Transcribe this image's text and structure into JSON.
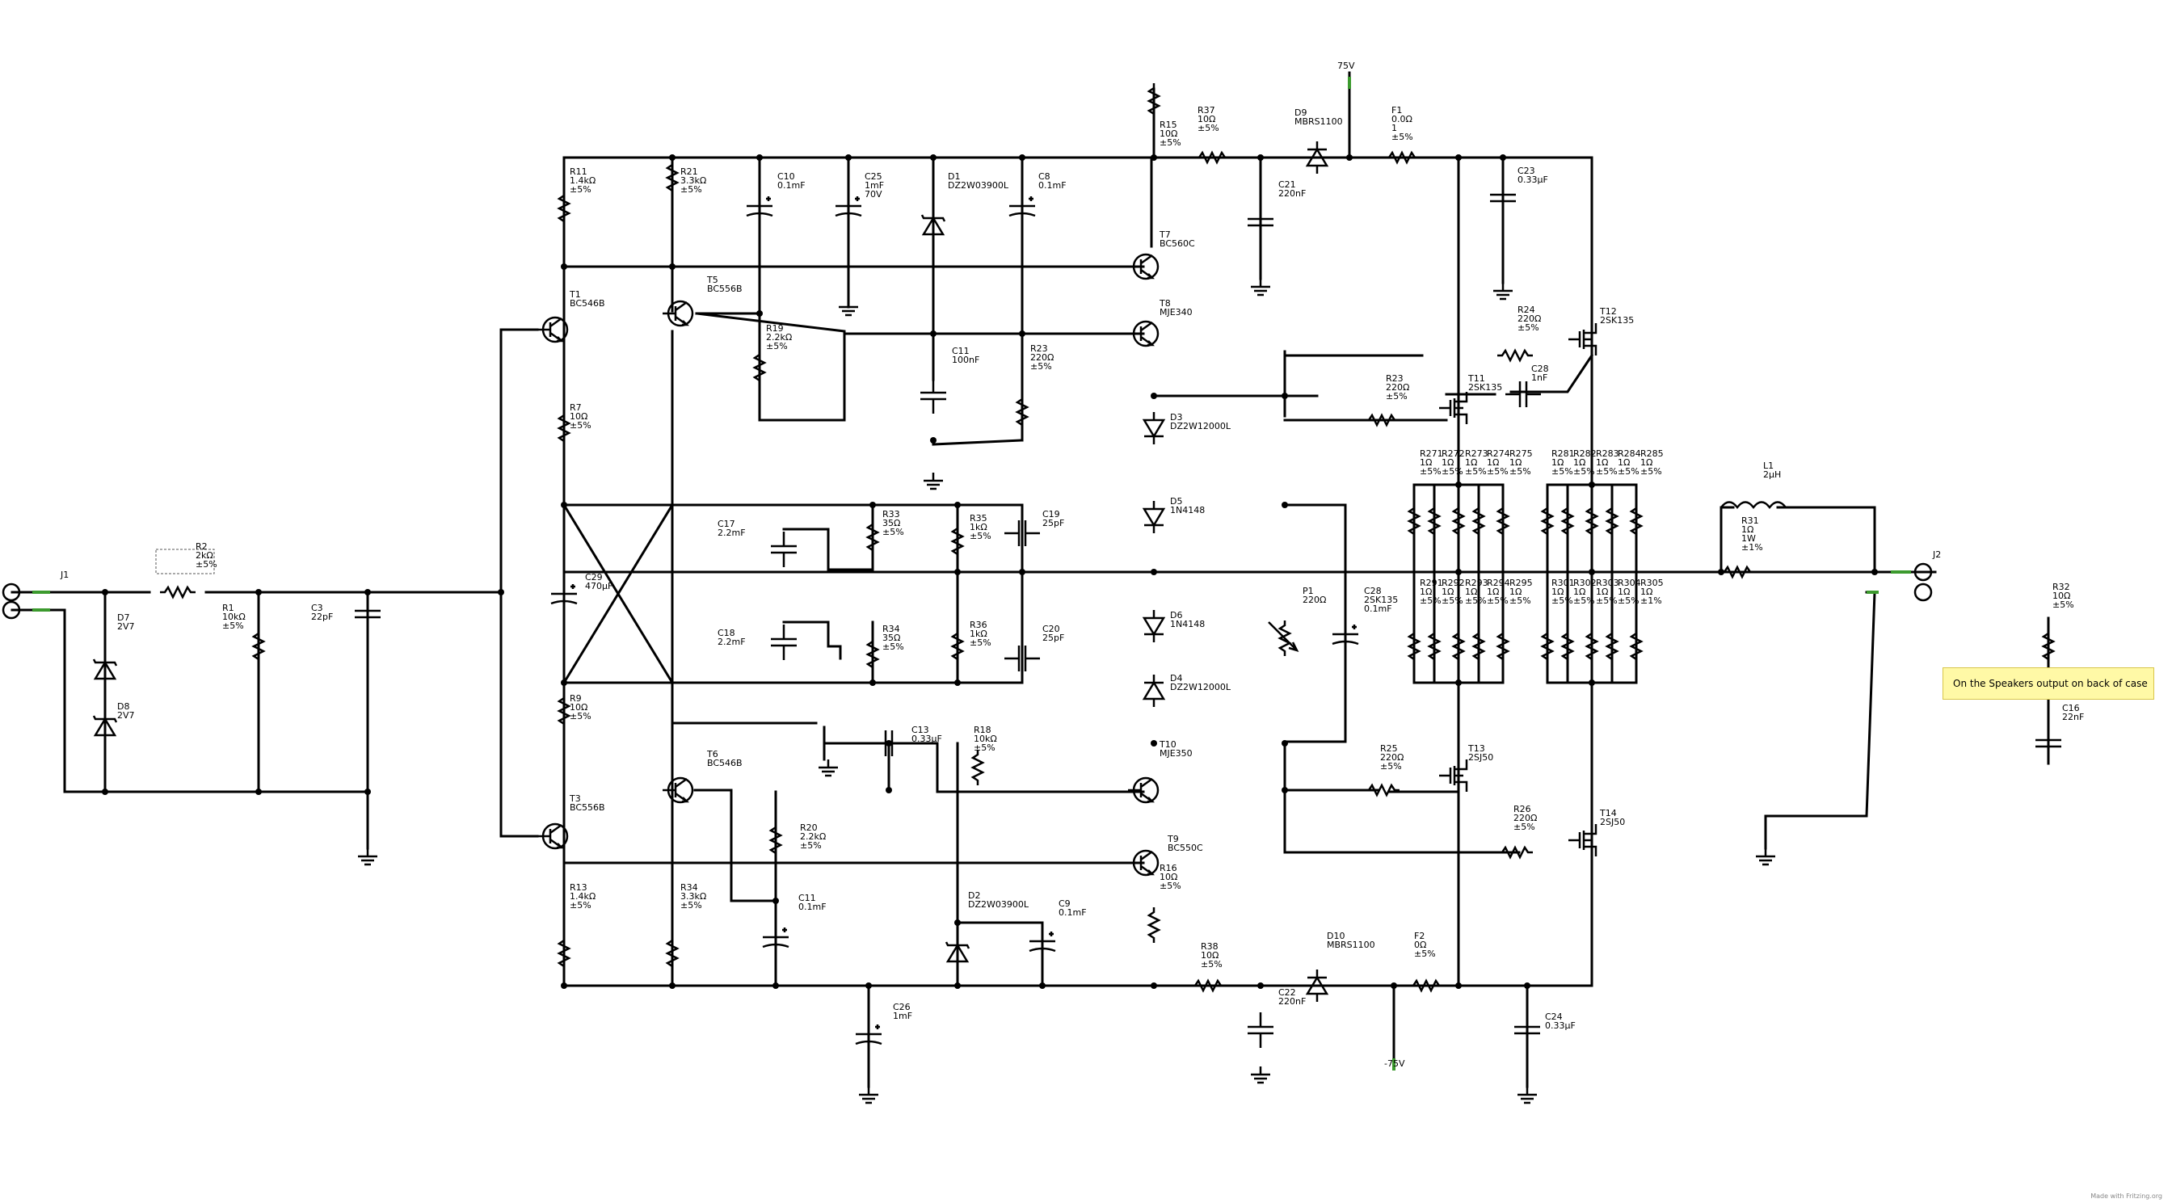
{
  "note": "On the Speakers output on back of case",
  "footer": "Made with Fritzing.org",
  "wire_color": "#000000",
  "pin_color": "#3c9a2e",
  "note_color": "#fff9a6",
  "components": [
    {
      "id": "J1",
      "lines": [
        "J1"
      ]
    },
    {
      "id": "J2",
      "lines": [
        "J2"
      ]
    },
    {
      "id": "R2",
      "lines": [
        "R2",
        "2kΩ",
        "±5%"
      ]
    },
    {
      "id": "R1",
      "lines": [
        "R1",
        "10kΩ",
        "±5%"
      ]
    },
    {
      "id": "C3",
      "lines": [
        "C3",
        "22pF"
      ]
    },
    {
      "id": "D7",
      "lines": [
        "D7",
        "2V7"
      ]
    },
    {
      "id": "D8",
      "lines": [
        "D8",
        "2V7"
      ]
    },
    {
      "id": "R11",
      "lines": [
        "R11",
        "1.4kΩ",
        "±5%"
      ]
    },
    {
      "id": "R21",
      "lines": [
        "R21",
        "3.3kΩ",
        "±5%"
      ]
    },
    {
      "id": "C10",
      "lines": [
        "C10",
        "0.1mF"
      ]
    },
    {
      "id": "C25",
      "lines": [
        "C25",
        "1mF",
        "70V"
      ]
    },
    {
      "id": "D1",
      "lines": [
        "D1",
        "DZ2W03900L"
      ]
    },
    {
      "id": "C8",
      "lines": [
        "C8",
        "0.1mF"
      ]
    },
    {
      "id": "T1",
      "lines": [
        "T1",
        "BC546B"
      ]
    },
    {
      "id": "T5",
      "lines": [
        "T5",
        "BC556B"
      ]
    },
    {
      "id": "R19",
      "lines": [
        "R19",
        "2.2kΩ",
        "±5%"
      ]
    },
    {
      "id": "C11a",
      "lines": [
        "C11",
        "100nF"
      ]
    },
    {
      "id": "R23a",
      "lines": [
        "R23",
        "220Ω",
        "±5%"
      ]
    },
    {
      "id": "R7",
      "lines": [
        "R7",
        "10Ω",
        "±5%"
      ]
    },
    {
      "id": "C17",
      "lines": [
        "C17",
        "2.2mF"
      ]
    },
    {
      "id": "R33",
      "lines": [
        "R33",
        "35Ω",
        "±5%"
      ]
    },
    {
      "id": "R35",
      "lines": [
        "R35",
        "1kΩ",
        "±5%"
      ]
    },
    {
      "id": "C19",
      "lines": [
        "C19",
        "25pF"
      ]
    },
    {
      "id": "C29",
      "lines": [
        "C29",
        "470µF"
      ]
    },
    {
      "id": "C18",
      "lines": [
        "C18",
        "2.2mF"
      ]
    },
    {
      "id": "R34a",
      "lines": [
        "R34",
        "35Ω",
        "±5%"
      ]
    },
    {
      "id": "R36",
      "lines": [
        "R36",
        "1kΩ",
        "±5%"
      ]
    },
    {
      "id": "C20",
      "lines": [
        "C20",
        "25pF"
      ]
    },
    {
      "id": "R9",
      "lines": [
        "R9",
        "10Ω",
        "±5%"
      ]
    },
    {
      "id": "T6",
      "lines": [
        "T6",
        "BC546B"
      ]
    },
    {
      "id": "C13",
      "lines": [
        "C13",
        "0.33µF"
      ]
    },
    {
      "id": "R18",
      "lines": [
        "R18",
        "10kΩ",
        "±5%"
      ]
    },
    {
      "id": "T3",
      "lines": [
        "T3",
        "BC556B"
      ]
    },
    {
      "id": "R20",
      "lines": [
        "R20",
        "2.2kΩ",
        "±5%"
      ]
    },
    {
      "id": "R13",
      "lines": [
        "R13",
        "1.4kΩ",
        "±5%"
      ]
    },
    {
      "id": "R34b",
      "lines": [
        "R34",
        "3.3kΩ",
        "±5%"
      ]
    },
    {
      "id": "C11b",
      "lines": [
        "C11",
        "0.1mF"
      ]
    },
    {
      "id": "D2",
      "lines": [
        "D2",
        "DZ2W03900L"
      ]
    },
    {
      "id": "C9",
      "lines": [
        "C9",
        "0.1mF"
      ]
    },
    {
      "id": "C26",
      "lines": [
        "C26",
        "1mF"
      ]
    },
    {
      "id": "R15",
      "lines": [
        "R15",
        "10Ω",
        "±5%"
      ]
    },
    {
      "id": "R37",
      "lines": [
        "R37",
        "10Ω",
        "±5%"
      ]
    },
    {
      "id": "D9",
      "lines": [
        "D9",
        "MBRS1100"
      ]
    },
    {
      "id": "V75",
      "lines": [
        "75V"
      ]
    },
    {
      "id": "F1",
      "lines": [
        "F1",
        "0.0Ω",
        "1",
        "±5%"
      ]
    },
    {
      "id": "C21",
      "lines": [
        "C21",
        "220nF"
      ]
    },
    {
      "id": "C23",
      "lines": [
        "C23",
        "0.33µF"
      ]
    },
    {
      "id": "T7",
      "lines": [
        "T7",
        "BC560C"
      ]
    },
    {
      "id": "T8",
      "lines": [
        "T8",
        "MJE340"
      ]
    },
    {
      "id": "R24",
      "lines": [
        "R24",
        "220Ω",
        "±5%"
      ]
    },
    {
      "id": "T12",
      "lines": [
        "T12",
        "2SK135"
      ]
    },
    {
      "id": "R23b",
      "lines": [
        "R23",
        "220Ω",
        "±5%"
      ]
    },
    {
      "id": "T11",
      "lines": [
        "T11",
        "2SK135"
      ]
    },
    {
      "id": "C28a",
      "lines": [
        "C28",
        "1nF"
      ]
    },
    {
      "id": "D3",
      "lines": [
        "D3",
        "DZ2W12000L"
      ]
    },
    {
      "id": "D5",
      "lines": [
        "D5",
        "1N4148"
      ]
    },
    {
      "id": "D6",
      "lines": [
        "D6",
        "1N4148"
      ]
    },
    {
      "id": "D4",
      "lines": [
        "D4",
        "DZ2W12000L"
      ]
    },
    {
      "id": "T10",
      "lines": [
        "T10",
        "MJE350"
      ]
    },
    {
      "id": "T9",
      "lines": [
        "T9",
        "BC550C"
      ]
    },
    {
      "id": "R16",
      "lines": [
        "R16",
        "10Ω",
        "±5%"
      ]
    },
    {
      "id": "P1",
      "lines": [
        "P1",
        "220Ω"
      ]
    },
    {
      "id": "C28b",
      "lines": [
        "C28",
        "2SK135",
        "0.1mF"
      ]
    },
    {
      "id": "R271",
      "lines": [
        "R271",
        "1Ω",
        "±5%"
      ]
    },
    {
      "id": "R272",
      "lines": [
        "R272",
        "1Ω",
        "±5%"
      ]
    },
    {
      "id": "R273",
      "lines": [
        "R273",
        "1Ω",
        "±5%"
      ]
    },
    {
      "id": "R274",
      "lines": [
        "R274",
        "1Ω",
        "±5%"
      ]
    },
    {
      "id": "R275",
      "lines": [
        "R275",
        "1Ω",
        "±5%"
      ]
    },
    {
      "id": "R281",
      "lines": [
        "R281",
        "1Ω",
        "±5%"
      ]
    },
    {
      "id": "R282",
      "lines": [
        "R282",
        "1Ω",
        "±5%"
      ]
    },
    {
      "id": "R283",
      "lines": [
        "R283",
        "1Ω",
        "±5%"
      ]
    },
    {
      "id": "R284",
      "lines": [
        "R284",
        "1Ω",
        "±5%"
      ]
    },
    {
      "id": "R285",
      "lines": [
        "R285",
        "1Ω",
        "±5%"
      ]
    },
    {
      "id": "R291",
      "lines": [
        "R291",
        "1Ω",
        "±5%"
      ]
    },
    {
      "id": "R292",
      "lines": [
        "R292",
        "1Ω",
        "±5%"
      ]
    },
    {
      "id": "R293",
      "lines": [
        "R293",
        "1Ω",
        "±5%"
      ]
    },
    {
      "id": "R294",
      "lines": [
        "R294",
        "1Ω",
        "±5%"
      ]
    },
    {
      "id": "R295",
      "lines": [
        "R295",
        "1Ω",
        "±5%"
      ]
    },
    {
      "id": "R301",
      "lines": [
        "R301",
        "1Ω",
        "±5%"
      ]
    },
    {
      "id": "R302",
      "lines": [
        "R302",
        "1Ω",
        "±5%"
      ]
    },
    {
      "id": "R303",
      "lines": [
        "R303",
        "1Ω",
        "±5%"
      ]
    },
    {
      "id": "R304",
      "lines": [
        "R304",
        "1Ω",
        "±5%"
      ]
    },
    {
      "id": "R305",
      "lines": [
        "R305",
        "1Ω",
        "±1%"
      ]
    },
    {
      "id": "R25",
      "lines": [
        "R25",
        "220Ω",
        "±5%"
      ]
    },
    {
      "id": "T13",
      "lines": [
        "T13",
        "2SJ50"
      ]
    },
    {
      "id": "R26",
      "lines": [
        "R26",
        "220Ω",
        "±5%"
      ]
    },
    {
      "id": "T14",
      "lines": [
        "T14",
        "2SJ50"
      ]
    },
    {
      "id": "R38",
      "lines": [
        "R38",
        "10Ω",
        "±5%"
      ]
    },
    {
      "id": "C22",
      "lines": [
        "C22",
        "220nF"
      ]
    },
    {
      "id": "D10",
      "lines": [
        "D10",
        "MBRS1100"
      ]
    },
    {
      "id": "F2",
      "lines": [
        "F2",
        "0Ω",
        "±5%"
      ]
    },
    {
      "id": "C24",
      "lines": [
        "C24",
        "0.33µF"
      ]
    },
    {
      "id": "Vm75",
      "lines": [
        "-75V"
      ]
    },
    {
      "id": "L1",
      "lines": [
        "L1",
        "2µH"
      ]
    },
    {
      "id": "R31",
      "lines": [
        "R31",
        "1Ω",
        "1W",
        "±1%"
      ]
    },
    {
      "id": "R32",
      "lines": [
        "R32",
        "10Ω",
        "±5%"
      ]
    },
    {
      "id": "C16",
      "lines": [
        "C16",
        "22nF"
      ]
    }
  ]
}
